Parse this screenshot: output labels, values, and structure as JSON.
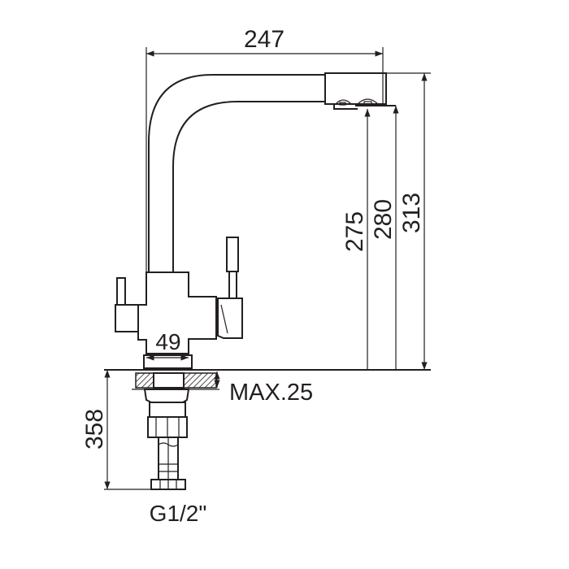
{
  "drawing": {
    "dimensions": {
      "spout_reach": "247",
      "height_275": "275",
      "height_280": "280",
      "height_313": "313",
      "base_width": "49",
      "below_counter": "358",
      "max_counter_thickness": "MAX.25",
      "connection": "G1/2\""
    },
    "line_color": "#231f20"
  }
}
